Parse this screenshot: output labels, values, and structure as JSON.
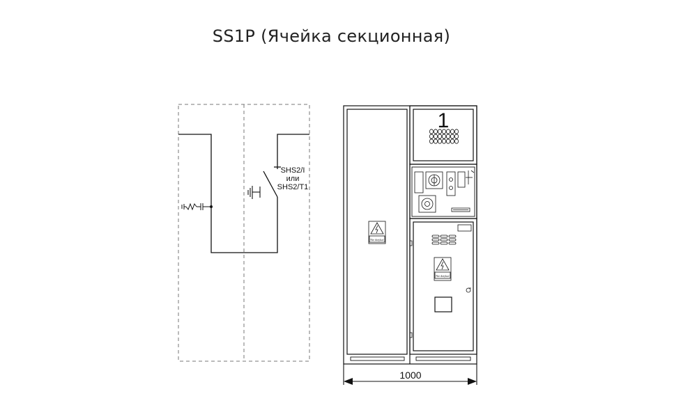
{
  "title": "SS1P (Ячейка секционная)",
  "schematic": {
    "device_label_lines": [
      "SHS2/I",
      "или",
      "SHS2/T1"
    ]
  },
  "cabinet": {
    "panel_number": "1",
    "warning_text": "Nie dotykać",
    "width_dimension": "1000"
  },
  "icons": [
    "ground-icon",
    "capacitive-divider-icon",
    "high-voltage-warning-icon",
    "key-interlock-icon",
    "dimension-arrow-icon"
  ],
  "colors": {
    "line": "#111111",
    "dashed": "#777777",
    "title": "#222222"
  }
}
